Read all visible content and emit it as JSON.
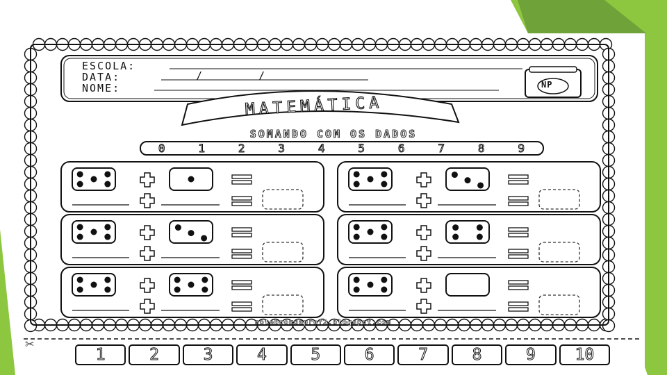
{
  "colors": {
    "green_light": "#8dc63f",
    "green_dark": "#6fa238",
    "ink": "#111111"
  },
  "header": {
    "school_label": "ESCOLA:",
    "date_label": "DATA:",
    "date_separators": [
      "/",
      "/"
    ],
    "name_label": "NOME:",
    "logo_text": "NP"
  },
  "title": "MATEMÁTICA",
  "subtitle": "SOMANDO COM OS DADOS",
  "number_line": [
    "0",
    "1",
    "2",
    "3",
    "4",
    "5",
    "6",
    "7",
    "8",
    "9"
  ],
  "exercises": [
    {
      "die_a": 5,
      "die_b": 1
    },
    {
      "die_a": 5,
      "die_b": 3
    },
    {
      "die_a": 5,
      "die_b": 3
    },
    {
      "die_a": 5,
      "die_b": 4
    },
    {
      "die_a": 5,
      "die_b": 5
    },
    {
      "die_a": 5,
      "die_b": 0
    }
  ],
  "footer_url": "notebookdaprof2.blogspot.com",
  "cut_numbers": [
    "1",
    "2",
    "3",
    "4",
    "5",
    "6",
    "7",
    "8",
    "9",
    "10"
  ],
  "scissors_icon": "scissors-icon"
}
